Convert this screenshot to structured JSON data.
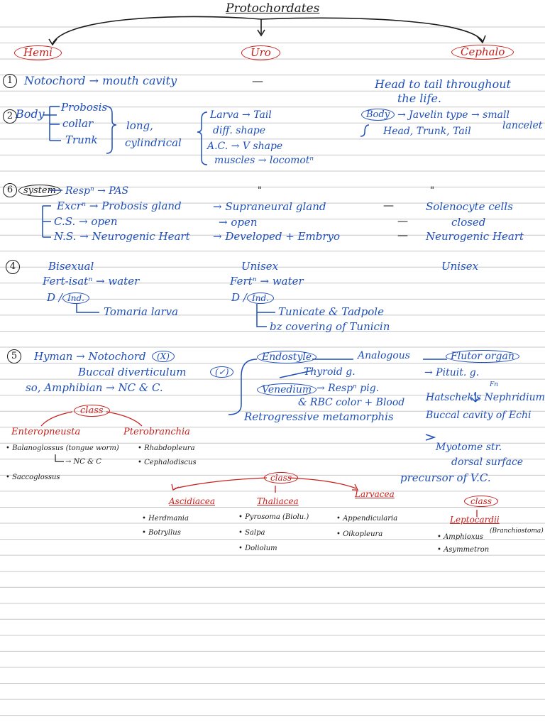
{
  "title": "Protochordates",
  "branches": {
    "hemi": "Hemi",
    "uro": "Uro",
    "cephalo": "Cephalo"
  },
  "row1": {
    "num": "1",
    "hemi": "Notochord → mouth cavity",
    "uro": "—",
    "cephalo_1": "Head to tail throughout",
    "cephalo_2": "the life."
  },
  "row2": {
    "num": "2",
    "body": "Body",
    "parts": [
      "Probosis",
      "collar",
      "Trunk"
    ],
    "shape_1": "long,",
    "shape_2": "cylindrical",
    "uro_items": [
      "Larva → Tail",
      "diff. shape",
      "A.C. → V shape",
      "muscles → locomotⁿ"
    ],
    "ceph_body": "Body",
    "ceph_1": "→ Javelin type → small",
    "ceph_lancet": "lancelet",
    "ceph_2": "Head, Trunk, Tail"
  },
  "row3": {
    "num": "6",
    "system": "system",
    "resp": "Respⁿ → PAS",
    "ditto_uro": "\"",
    "ditto_ceph": "\"",
    "excr": "Excrⁿ → Probosis gland",
    "excr_uro": "→ Supraneural gland",
    "excr_dash": "—",
    "excr_ceph": "Solenocyte cells",
    "cs": "C.S. → open",
    "cs_uro": "→ open",
    "cs_dash": "—",
    "cs_ceph": "closed",
    "ns": "N.S. → Neurogenic Heart",
    "ns_uro": "→ Developed + Embryo",
    "ns_dash": "—",
    "ns_ceph": "Neurogenic Heart"
  },
  "row4": {
    "num": "4",
    "hemi_sex": "Bisexual",
    "hemi_fert": "Fert-isatⁿ → water",
    "hemi_dev": "D / ",
    "hemi_ind": "Ind.",
    "hemi_larva": "Tomaria larva",
    "uro_sex": "Unisex",
    "uro_fert": "Fertⁿ → water",
    "uro_dev": "D / ",
    "uro_ind": "Ind.",
    "uro_tun": "Tunicate & Tadpole",
    "uro_cov": "bz covering of Tunicin",
    "ceph_sex": "Unisex"
  },
  "row5": {
    "num": "5",
    "hyman": "Hyman → Notochord",
    "hyman_mark": "(X)",
    "buccal": "Buccal diverticulum",
    "buccal_mark": "(✓)",
    "so": "so, Amphibian → NC & C.",
    "endostyle": "Endostyle",
    "analogous": "Analogous",
    "thyroid": "Thyroid g.",
    "venedium": "Venedium",
    "venedium_b": "→ Respⁿ pig.",
    "rbc": "& RBC color + Blood",
    "retro": "Retrogressive metamorphis",
    "flutor": "Flutor organ",
    "pitu": "→ Pituit. g.",
    "pitu_fn": "Fn",
    "hatschek": "Hatschek's Nephridium",
    "buccal_cav": "Buccal cavity of Echi",
    "myotome": "Myotome str.",
    "dorsal": "dorsal surface",
    "precursor": "precursor of V.C."
  },
  "hemi_class": {
    "label": "class",
    "left": "Enteropneusta",
    "right": "Pterobranchia",
    "left_items": [
      "Balanoglossus (tongue worm)",
      "Saccoglossus"
    ],
    "left_note": "→ NC & C",
    "right_items": [
      "Rhabdopleura",
      "Cephalodiscus"
    ]
  },
  "uro_class": {
    "label": "class",
    "groups": [
      "Ascidiacea",
      "Thaliacea",
      "Larvacea"
    ],
    "ascidiacea": [
      "Herdmania",
      "Botryllus"
    ],
    "thaliacea": [
      "Pyrosoma (Biolu.)",
      "Salpa",
      "Doliolum"
    ],
    "larvacea": [
      "Appendicularia",
      "Oikopleura"
    ]
  },
  "ceph_class": {
    "label": "class",
    "group": "Leptocardii",
    "items": [
      "Amphioxus",
      "Asymmetron"
    ],
    "alt": "(Branchiostoma)"
  },
  "colors": {
    "ink_blue": "#1f4fb8",
    "ink_red": "#c8201c",
    "ink_black": "#1b1b1b",
    "rule": "#c7c7c7"
  }
}
